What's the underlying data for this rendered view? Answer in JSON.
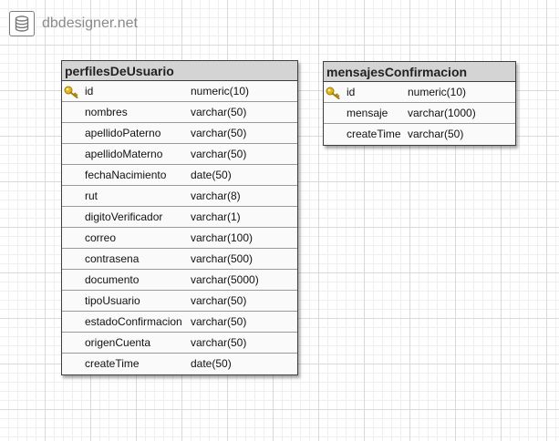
{
  "brand": {
    "name": "dbdesigner.net"
  },
  "tables": [
    {
      "name": "perfilesDeUsuario",
      "fields": [
        {
          "name": "id",
          "type": "numeric(10)"
        },
        {
          "name": "nombres",
          "type": "varchar(50)"
        },
        {
          "name": "apellidoPaterno",
          "type": "varchar(50)"
        },
        {
          "name": "apellidoMaterno",
          "type": "varchar(50)"
        },
        {
          "name": "fechaNacimiento",
          "type": "date(50)"
        },
        {
          "name": "rut",
          "type": "varchar(8)"
        },
        {
          "name": "digitoVerificador",
          "type": "varchar(1)"
        },
        {
          "name": "correo",
          "type": "varchar(100)"
        },
        {
          "name": "contrasena",
          "type": "varchar(500)"
        },
        {
          "name": "documento",
          "type": "varchar(5000)"
        },
        {
          "name": "tipoUsuario",
          "type": "varchar(50)"
        },
        {
          "name": "estadoConfirmacion",
          "type": "varchar(50)"
        },
        {
          "name": "origenCuenta",
          "type": "varchar(50)"
        },
        {
          "name": "createTime",
          "type": "date(50)"
        }
      ]
    },
    {
      "name": "mensajesConfirmacion",
      "fields": [
        {
          "name": "id",
          "type": "numeric(10)"
        },
        {
          "name": "mensaje",
          "type": "varchar(1000)"
        },
        {
          "name": "createTime",
          "type": "varchar(50)"
        }
      ]
    }
  ],
  "icons": {
    "logo": "database-icon",
    "primary_key": "key-icon"
  },
  "colors": {
    "key": "#e2b719",
    "header": "#d4d4d4",
    "border": "#3f3f3f"
  }
}
